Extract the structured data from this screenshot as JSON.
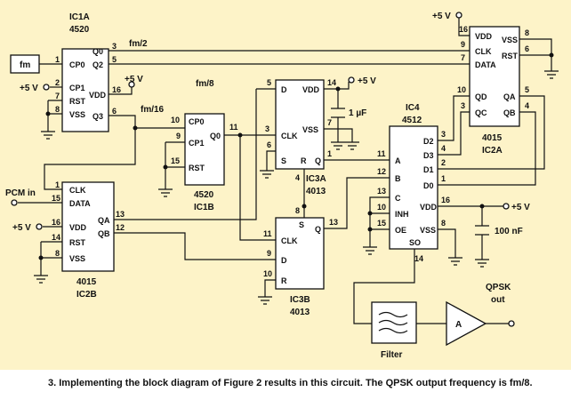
{
  "caption": "3. Implementing the block diagram of Figure 2 results in this circuit. The QPSK output frequency is fm/8.",
  "inputs": {
    "fm": "fm",
    "pcm_in": "PCM in",
    "supply": "+5 V"
  },
  "signals": {
    "fm2": "fm/2",
    "fm8": "fm/8",
    "fm16": "fm/16"
  },
  "ic1a": {
    "name": "IC1A",
    "part": "4520",
    "pins_left": [
      "CP0",
      "CP1",
      "RST",
      "VSS"
    ],
    "pins_right": [
      "Q0",
      "Q2",
      "VDD",
      "Q3"
    ],
    "pin_numbers": [
      "1",
      "2",
      "7",
      "8",
      "3",
      "5",
      "16",
      "6"
    ]
  },
  "ic1b": {
    "name": "IC1B",
    "part": "4520",
    "pins_left": [
      "CP0",
      "CP1",
      "RST"
    ],
    "pins_right": [
      "Q0"
    ],
    "pin_numbers": [
      "10",
      "9",
      "15",
      "11"
    ]
  },
  "ic2a": {
    "name": "IC2A",
    "part": "4015",
    "pins_left": [
      "VDD",
      "CLK",
      "DATA",
      "QD",
      "QC"
    ],
    "pins_right": [
      "VSS",
      "RST",
      "QA",
      "QB"
    ],
    "pin_numbers": [
      "16",
      "9",
      "7",
      "10",
      "3",
      "8",
      "6",
      "5",
      "4"
    ]
  },
  "ic2b": {
    "name": "IC2B",
    "part": "4015",
    "pins_left": [
      "CLK",
      "DATA",
      "VDD",
      "RST",
      "VSS"
    ],
    "pins_right": [
      "QA",
      "QB"
    ],
    "pin_numbers": [
      "1",
      "15",
      "16",
      "14",
      "8",
      "13",
      "12"
    ]
  },
  "ic3a": {
    "name": "IC3A",
    "part": "4013",
    "pins": [
      "D",
      "VDD",
      "VSS",
      "CLK",
      "S",
      "R",
      "Q"
    ],
    "pin_numbers": [
      "5",
      "14",
      "7",
      "3",
      "6",
      "4",
      "1"
    ]
  },
  "ic3b": {
    "name": "IC3B",
    "part": "4013",
    "pins": [
      "S",
      "CLK",
      "D",
      "R",
      "Q"
    ],
    "pin_numbers": [
      "8",
      "11",
      "9",
      "10",
      "13"
    ]
  },
  "ic4": {
    "name": "IC4",
    "part": "4512",
    "pins_left": [
      "A",
      "B",
      "C",
      "INH",
      "OE"
    ],
    "pins_right": [
      "D2",
      "D3",
      "D1",
      "D0",
      "VDD",
      "VSS"
    ],
    "pin_bottom": "SO",
    "pin_numbers": [
      "11",
      "12",
      "13",
      "10",
      "15",
      "3",
      "4",
      "2",
      "1",
      "16",
      "8",
      "14"
    ]
  },
  "components": {
    "cap1": "1 µF",
    "cap2": "100 nF",
    "filter": "Filter",
    "amp": "A",
    "output": "QPSK",
    "output2": "out"
  }
}
